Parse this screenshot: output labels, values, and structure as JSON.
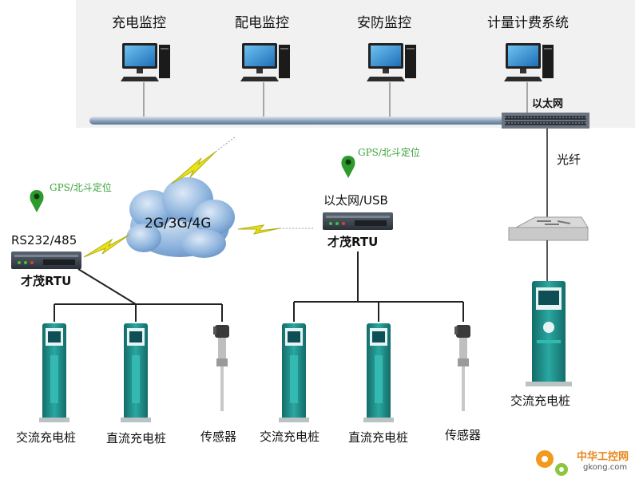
{
  "top_labels": [
    "充电监控",
    "配电监控",
    "安防监控",
    "计量计费系统"
  ],
  "switch_label": "以太网",
  "fiber_label": "光纤",
  "cloud_label": "2G/3G/4G",
  "left_rtu": {
    "gps": "GPS/北斗定位",
    "interface": "RS232/485",
    "name": "才茂RTU",
    "devices": [
      "交流充电桩",
      "直流充电桩",
      "传感器"
    ]
  },
  "right_rtu": {
    "gps": "GPS/北斗定位",
    "interface": "以太网/USB",
    "name": "才茂RTU",
    "devices": [
      "交流充电桩",
      "直流充电桩",
      "传感器"
    ]
  },
  "far_right_device": "交流充电桩",
  "watermark": {
    "name": "中华工控网",
    "url": "gkong.com"
  },
  "colors": {
    "bus": "#8fa6bf",
    "lightning": "#e7e21c",
    "gps_pin": "#2e9a2e",
    "cloud": "#7fa8d8",
    "charger_body": "#1e8b86"
  }
}
